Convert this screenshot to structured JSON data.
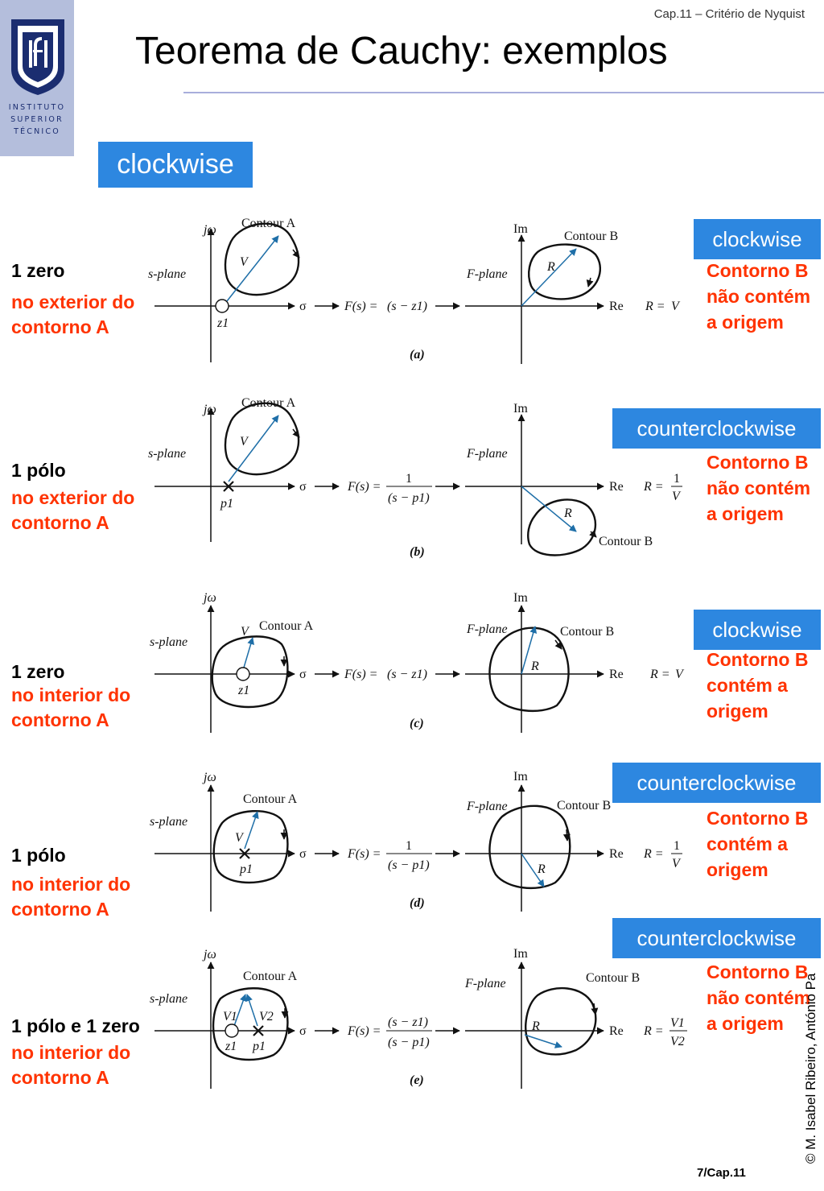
{
  "header": {
    "chapter": "Cap.11 – Critério de Nyquist",
    "title": "Teorema de Cauchy: exemplos",
    "logo_text": [
      "INSTITUTO",
      "SUPERIOR",
      "TÉCNICO"
    ]
  },
  "top_badge": "clockwise",
  "rows": [
    {
      "left_title": "1 zero",
      "left_desc": [
        "no exterior do",
        "contorno A"
      ],
      "badge": "clockwise",
      "result": "Contorno B não contém a origem"
    },
    {
      "left_title": "1 pólo",
      "left_desc": [
        "no exterior do",
        "contorno A"
      ],
      "badge": "counterclockwise",
      "result": "Contorno B não contém a origem"
    },
    {
      "left_title": "1 zero",
      "left_desc": [
        "no interior do",
        "contorno A"
      ],
      "badge": "clockwise",
      "result": "Contorno B contém a origem"
    },
    {
      "left_title": "1 pólo",
      "left_desc": [
        "no interior do",
        "contorno A"
      ],
      "badge": "counterclockwise",
      "result": "Contorno B contém a origem"
    },
    {
      "left_title": "1 pólo e 1 zero",
      "left_desc": [
        "no interior do",
        "contorno A"
      ],
      "badge": "counterclockwise",
      "result": "Contorno B não contém a origem"
    }
  ],
  "diagram": {
    "jw": "jω",
    "s_plane": "s-plane",
    "sigma": "σ",
    "contour_a": "Contour A",
    "im": "Im",
    "re": "Re",
    "f_plane": "F-plane",
    "contour_b": "Contour B",
    "fs_label": "F(s) =",
    "v": "V",
    "r": "R",
    "v1": "V1",
    "v2": "V2",
    "z1": "z1",
    "p1": "p1",
    "fs_zero": "(s − z1)",
    "fs_one": "1",
    "fs_pole": "(s − p1)",
    "fs_ratio_num": "(s − z1)",
    "fs_ratio_den": "(s − p1)",
    "rel_eq": "R =",
    "rel_v": "V",
    "rel_one": "1",
    "rel_v1": "V1",
    "rel_v2": "V2",
    "captions": [
      "(a)",
      "(b)",
      "(c)",
      "(d)",
      "(e)"
    ]
  },
  "footer": {
    "copyright": "© M. Isabel Ribeiro, António Pa",
    "page": "7/Cap.11"
  }
}
